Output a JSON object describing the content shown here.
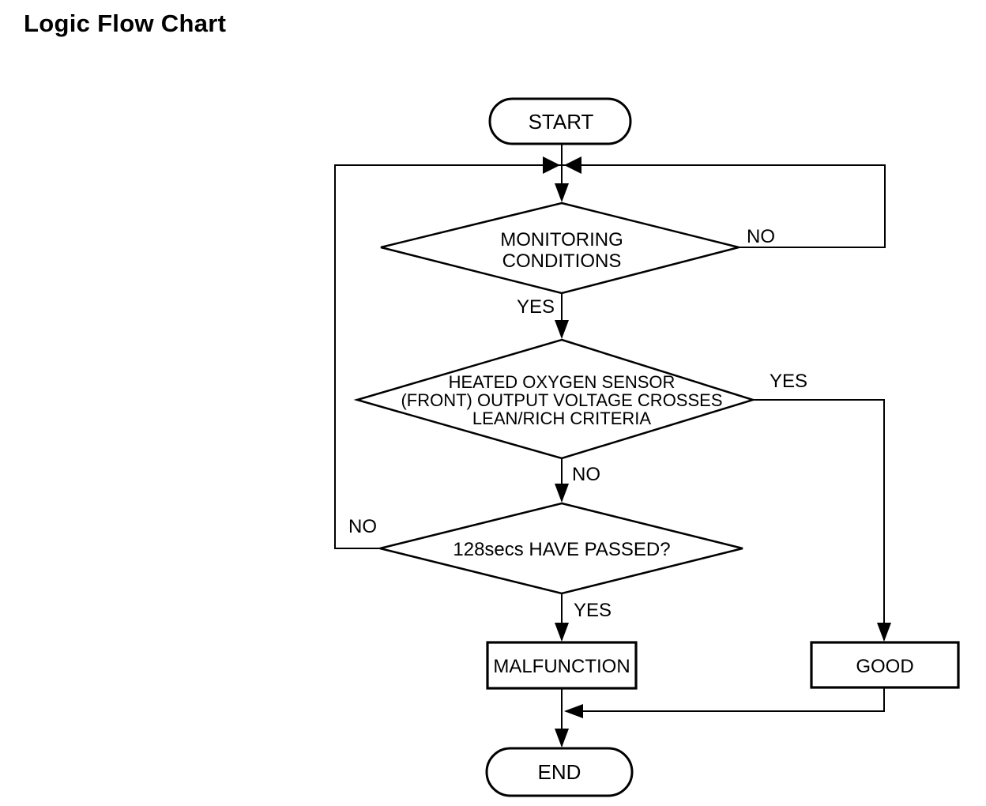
{
  "page": {
    "title": "Logic Flow Chart"
  },
  "flowchart": {
    "colors": {
      "ink": "#000000",
      "paper": "#ffffff"
    },
    "nodes": {
      "start": {
        "type": "terminator",
        "label": "START"
      },
      "monitoring": {
        "type": "decision",
        "line1": "MONITORING",
        "line2": "CONDITIONS"
      },
      "sensor": {
        "type": "decision",
        "line1": "HEATED OXYGEN SENSOR",
        "line2": "(FRONT) OUTPUT VOLTAGE CROSSES",
        "line3": "LEAN/RICH CRITERIA"
      },
      "timer": {
        "type": "decision",
        "label": "128secs HAVE PASSED?"
      },
      "malfunction": {
        "type": "process",
        "label": "MALFUNCTION"
      },
      "good": {
        "type": "process",
        "label": "GOOD"
      },
      "end": {
        "type": "terminator",
        "label": "END"
      }
    },
    "edges": {
      "monitoring_no": {
        "label": "NO"
      },
      "monitoring_yes": {
        "label": "YES"
      },
      "sensor_yes": {
        "label": "YES"
      },
      "sensor_no": {
        "label": "NO"
      },
      "timer_no": {
        "label": "NO"
      },
      "timer_yes": {
        "label": "YES"
      }
    }
  }
}
